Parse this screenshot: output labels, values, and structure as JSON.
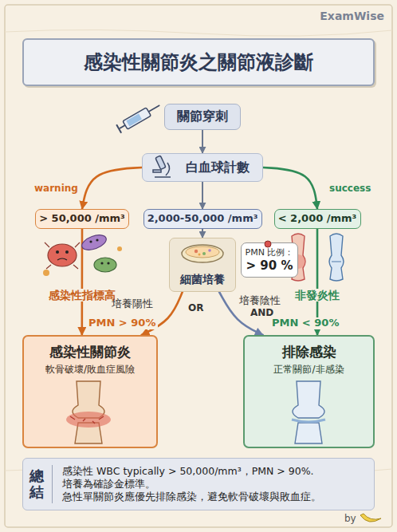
{
  "diagram": {
    "title": "感染性關節炎之關節液診斷",
    "nodes": [
      {
        "text": [
          "關節穿刺"
        ]
      },
      {
        "text": [
          "白血球計數"
        ]
      },
      {
        "text": [
          "> 50,000 /mm³"
        ]
      },
      {
        "text": [
          "2,000-50,000 /mm³"
        ]
      },
      {
        "text": [
          "< 2,000 /mm³"
        ]
      },
      {
        "text": [
          "細菌培養"
        ]
      },
      {
        "text": [
          "PMN 比例：",
          "> 90 %"
        ]
      },
      {
        "text": [
          "感染性關節炎",
          "軟骨破壞/敗血症風險"
        ]
      },
      {
        "text": [
          "排除感染",
          "正常關節/非感染"
        ]
      },
      {
        "text": [
          "總結",
          "感染性 WBC typically > 50,000/mm³，PMN > 90%.",
          "培養為確診金標準。",
          "急性單關節炎應優先排除感染，避免軟骨破壞與敗血症。"
        ]
      }
    ],
    "edges": [
      {
        "from": 0,
        "to": 1,
        "arrow": "to"
      },
      {
        "from": 1,
        "to": 2,
        "arrow": "to",
        "label": "warning"
      },
      {
        "from": 1,
        "to": 3,
        "arrow": "to"
      },
      {
        "from": 1,
        "to": 4,
        "arrow": "to",
        "label": "success"
      },
      {
        "from": 2,
        "to": 7,
        "arrow": "to"
      },
      {
        "from": 4,
        "to": 8,
        "arrow": "to"
      },
      {
        "from": 3,
        "to": 5,
        "arrow": "to"
      },
      {
        "from": 5,
        "to": 7,
        "arrow": "to",
        "label": "PMN > 90%"
      },
      {
        "from": 5,
        "to": 8,
        "arrow": "to",
        "label": "PMN < 90%"
      }
    ],
    "labels": [
      "ExamWise",
      "感染性指標高",
      "非發炎性",
      "培養陽性",
      "OR",
      "培養陰性",
      "AND",
      "by"
    ]
  }
}
